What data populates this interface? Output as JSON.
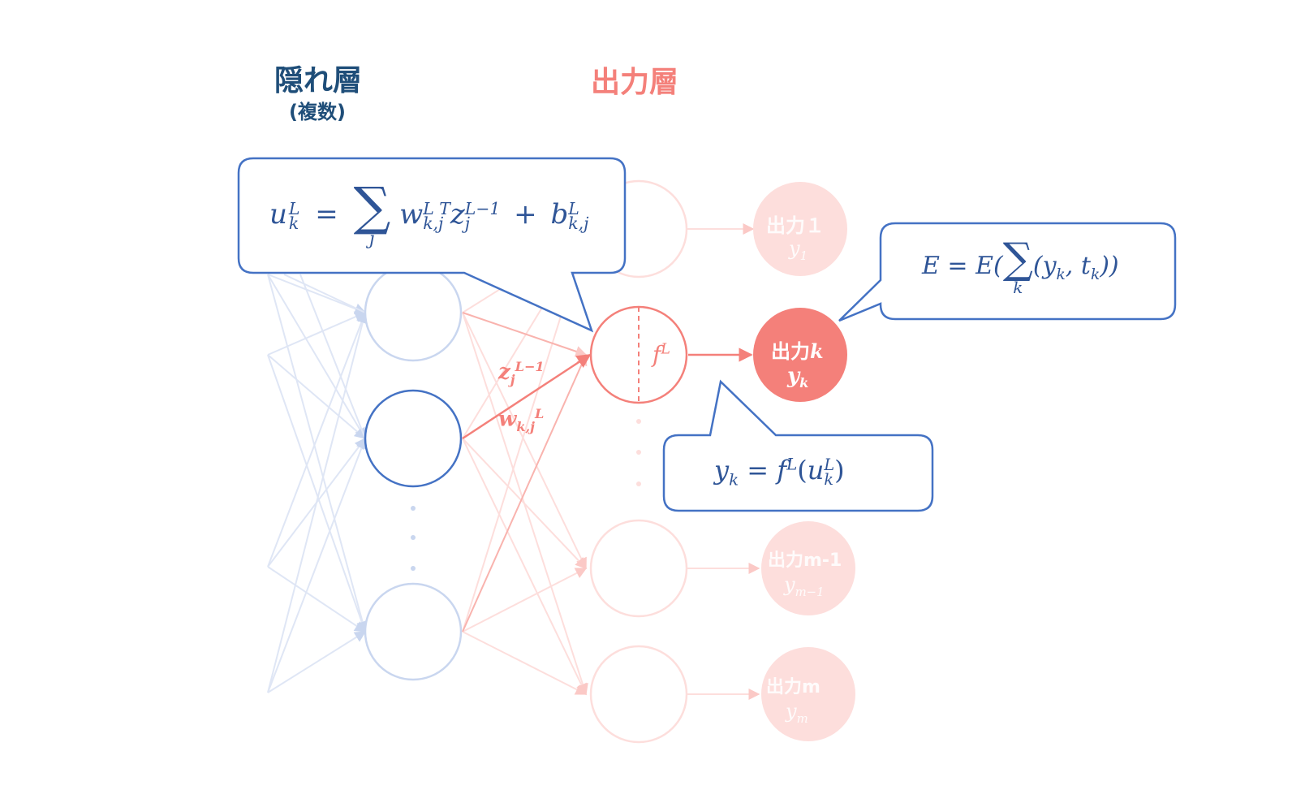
{
  "headings": {
    "hidden_layer": "隠れ層",
    "hidden_layer_note": "(複数)",
    "output_layer": "出力層"
  },
  "labels": {
    "f_L": "f",
    "f_L_sup": "L",
    "z_symbol": "z",
    "z_sub": "j",
    "z_sup": "L−1",
    "w_symbol": "w",
    "w_sub": "k,j",
    "w_sup": "L"
  },
  "outputs": {
    "node1_title": "出力１",
    "node1_var": "y",
    "node1_sub": "1",
    "nodek_title": "出力",
    "nodek_k": "k",
    "nodek_var": "y",
    "nodek_sub": "k",
    "nodem1_title": "出力m-1",
    "nodem1_var": "y",
    "nodem1_sub": "m−1",
    "nodem_title": "出力m",
    "nodem_var": "y",
    "nodem_sub": "m"
  },
  "callouts": {
    "sum_formula": {
      "u": "u",
      "u_sub": "k",
      "u_sup": "L",
      "eq": "=",
      "sigma": "∑",
      "sigma_sub": "j",
      "w": "w",
      "w_sub": "k,j",
      "w_sup": "L T",
      "z": "z",
      "z_sub": "j",
      "z_sup": "L−1",
      "plus": "+",
      "b": "b",
      "b_sub": "k,j",
      "b_sup": "L"
    },
    "error_formula": {
      "lhs": "E = E(",
      "sigma": "∑",
      "sigma_sub": "k",
      "open": "(",
      "y": "y",
      "y_sub": "k",
      "comma": ", ",
      "t": "t",
      "t_sub": "k",
      "close": "))"
    },
    "activation_formula": {
      "y": "y",
      "y_sub": "k",
      "eq": " = ",
      "f": "f",
      "f_sup": "L",
      "open": "(",
      "u": "u",
      "u_sub": "k",
      "u_sup": "L",
      "close": ")"
    }
  },
  "colors": {
    "blue": "#4472c4",
    "blue_dark": "#1f4e79",
    "red": "#f4807a",
    "red_heading": "#f4807a"
  }
}
